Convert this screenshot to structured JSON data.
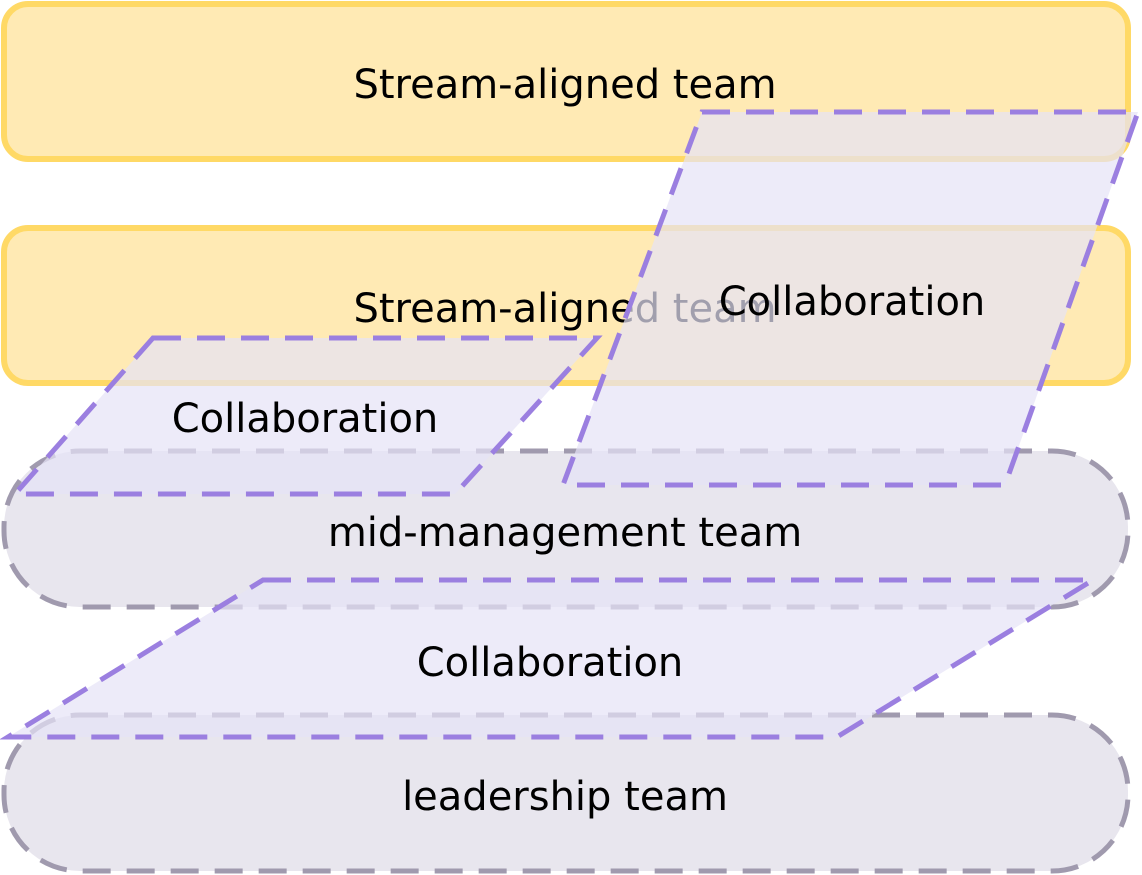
{
  "nodes": {
    "stream_team_1": {
      "label": "Stream-aligned team",
      "shape": "rounded-rectangle",
      "fill": "#ffeab4",
      "stroke": "#ffd966"
    },
    "stream_team_2": {
      "label": "Stream-aligned team",
      "shape": "rounded-rectangle",
      "fill": "#ffeab4",
      "stroke": "#ffd966"
    },
    "mid_management_team": {
      "label": "mid-management team",
      "shape": "stadium",
      "fill": "#e8e6ee",
      "stroke": "#a09aae",
      "dashed": true
    },
    "leadership_team": {
      "label": "leadership team",
      "shape": "stadium",
      "fill": "#e8e6ee",
      "stroke": "#a09aae",
      "dashed": true
    }
  },
  "interactions": {
    "collab_streams": {
      "label": "Collaboration",
      "shape": "parallelogram",
      "fill": "#e6e2f6",
      "stroke": "#9b7fe0",
      "dashed": true
    },
    "collab_stream_mid": {
      "label": "Collaboration",
      "shape": "parallelogram",
      "fill": "#e6e2f6",
      "stroke": "#9b7fe0",
      "dashed": true
    },
    "collab_mid_leadership": {
      "label": "Collaboration",
      "shape": "parallelogram",
      "fill": "#e6e2f6",
      "stroke": "#9b7fe0",
      "dashed": true
    }
  }
}
